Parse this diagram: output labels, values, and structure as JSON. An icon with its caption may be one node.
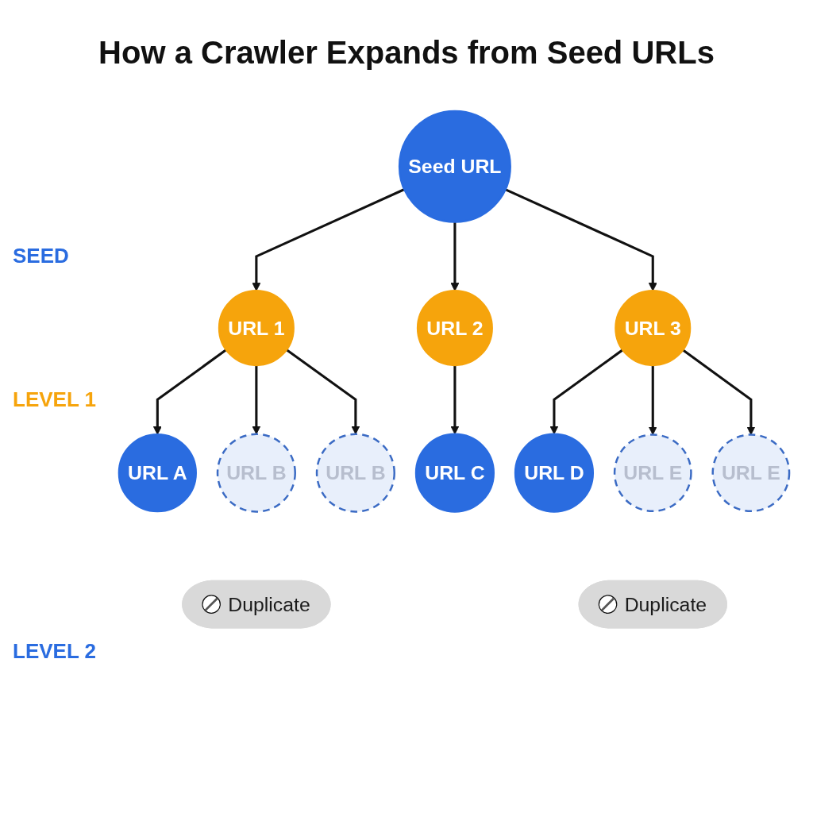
{
  "diagram": {
    "title": "How a Crawler Expands from Seed URLs",
    "nodes": [
      {
        "text": [
          "Seed URL"
        ]
      },
      {
        "text": [
          "URL 1"
        ]
      },
      {
        "text": [
          "URL 2"
        ]
      },
      {
        "text": [
          "URL 3"
        ]
      },
      {
        "text": [
          "URL A"
        ]
      },
      {
        "text": [
          "URL B"
        ]
      },
      {
        "text": [
          "URL B"
        ]
      },
      {
        "text": [
          "URL C"
        ]
      },
      {
        "text": [
          "URL D"
        ]
      },
      {
        "text": [
          "URL E"
        ]
      },
      {
        "text": [
          "URL E"
        ]
      },
      {
        "text": [
          "Duplicate"
        ]
      },
      {
        "text": [
          "Duplicate"
        ]
      }
    ],
    "edges": [
      {
        "from": 0,
        "to": 1,
        "arrow": "to"
      },
      {
        "from": 0,
        "to": 2,
        "arrow": "to"
      },
      {
        "from": 0,
        "to": 3,
        "arrow": "to"
      },
      {
        "from": 1,
        "to": 4,
        "arrow": "to"
      },
      {
        "from": 1,
        "to": 5,
        "arrow": "to"
      },
      {
        "from": 1,
        "to": 6,
        "arrow": "to"
      },
      {
        "from": 2,
        "to": 7,
        "arrow": "to"
      },
      {
        "from": 3,
        "to": 8,
        "arrow": "to"
      },
      {
        "from": 3,
        "to": 9,
        "arrow": "to"
      },
      {
        "from": 3,
        "to": 10,
        "arrow": "to"
      }
    ],
    "labels": [
      "SEED",
      "LEVEL 1",
      "LEVEL 2"
    ]
  }
}
